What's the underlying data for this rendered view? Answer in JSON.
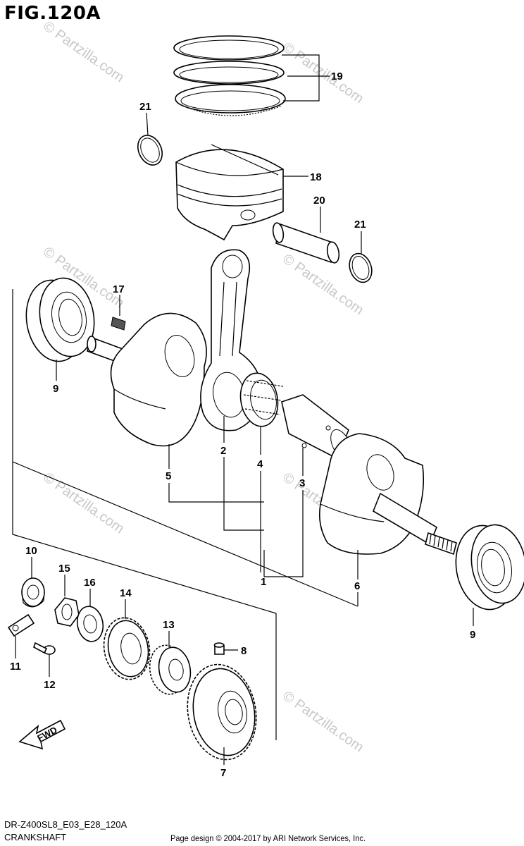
{
  "title": "FIG.120A",
  "footer": {
    "code": "DR-Z400SL8_E03_E28_120A",
    "name": "CRANKSHAFT",
    "copyright": "Page design © 2004-2017 by ARI Network Services, Inc."
  },
  "watermark": "© Partzilla.com",
  "fwd_label": "FWD",
  "callouts": {
    "c1": "1",
    "c2": "2",
    "c3": "3",
    "c4": "4",
    "c5": "5",
    "c6": "6",
    "c7": "7",
    "c8": "8",
    "c9a": "9",
    "c9b": "9",
    "c10": "10",
    "c11": "11",
    "c12": "12",
    "c13": "13",
    "c14": "14",
    "c15": "15",
    "c16": "16",
    "c17": "17",
    "c18": "18",
    "c19": "19",
    "c20": "20",
    "c21a": "21",
    "c21b": "21"
  }
}
